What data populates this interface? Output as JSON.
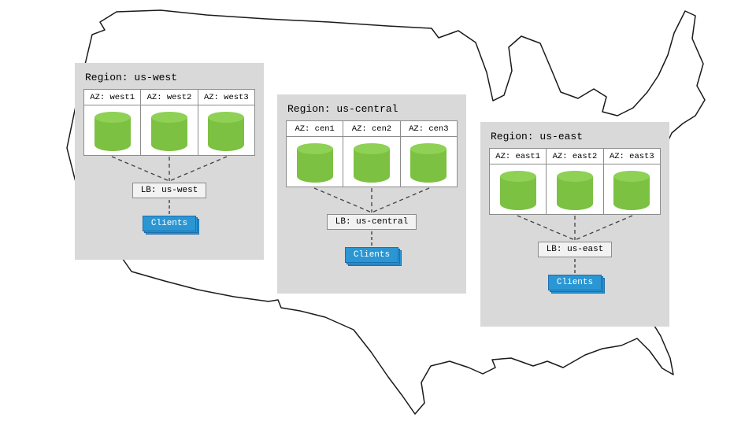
{
  "regions": [
    {
      "title": "Region: us-west",
      "azs": [
        "AZ: west1",
        "AZ: west2",
        "AZ: west3"
      ],
      "lb": "LB: us-west",
      "clients": "Clients"
    },
    {
      "title": "Region: us-central",
      "azs": [
        "AZ: cen1",
        "AZ: cen2",
        "AZ: cen3"
      ],
      "lb": "LB: us-central",
      "clients": "Clients"
    },
    {
      "title": "Region: us-east",
      "azs": [
        "AZ: east1",
        "AZ: east2",
        "AZ: east3"
      ],
      "lb": "LB: us-east",
      "clients": "Clients"
    }
  ],
  "icons": {
    "database": "green-cylinder-database",
    "clients": "stacked-blue-clients-box",
    "map": "us-states-outline"
  },
  "colors": {
    "region_bg": "#d9d9d9",
    "panel_border": "#8c8c8c",
    "cylinder_green": "#7cc142",
    "cylinder_top_green": "#8ed155",
    "lb_bg": "#f2f2f2",
    "clients_blue": "#2b96d4",
    "clients_border": "#1b6fae",
    "connector": "#404040",
    "map_outline": "#1a1a1a",
    "text": "#000000"
  }
}
